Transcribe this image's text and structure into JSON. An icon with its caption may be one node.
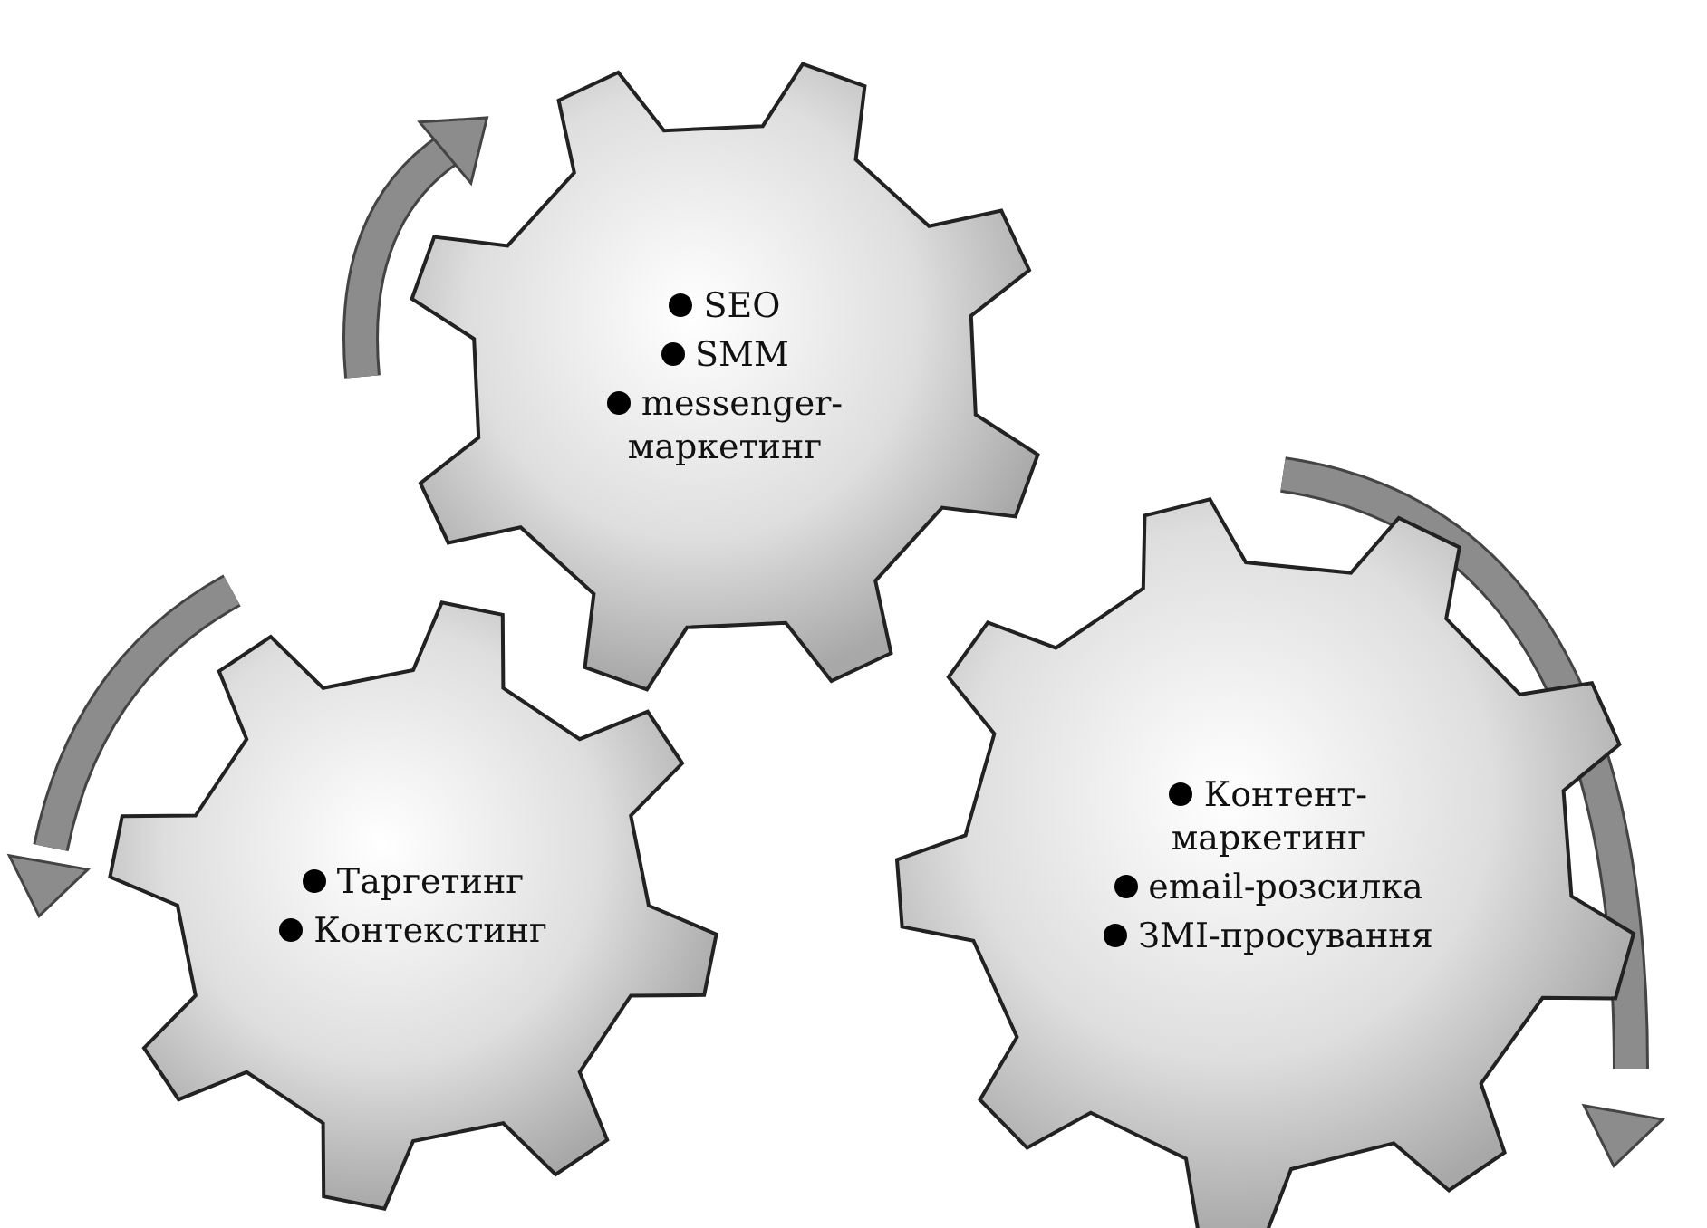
{
  "diagram": {
    "nodes": [
      {
        "text": [
          "SEO",
          "SMM",
          "messenger-маркетинг"
        ]
      },
      {
        "text": [
          "Таргетинг",
          "Контекстинг"
        ]
      },
      {
        "text": [
          "Контент-маркетинг",
          "email-розсилка",
          "ЗМІ-просування"
        ]
      }
    ]
  }
}
